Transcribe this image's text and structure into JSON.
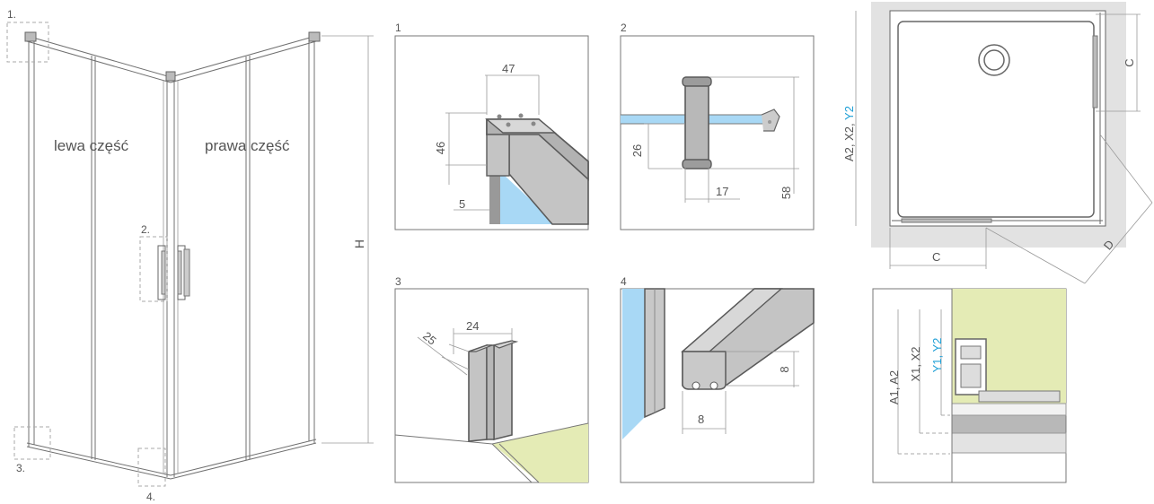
{
  "enclosure": {
    "left_part": "lewa część",
    "right_part": "prawa część",
    "height": "H",
    "callouts": [
      "1.",
      "2.",
      "3.",
      "4."
    ]
  },
  "details": [
    {
      "number": "1",
      "dims": [
        "47",
        "46",
        "5"
      ]
    },
    {
      "number": "2",
      "dims": [
        "26",
        "17",
        "58"
      ]
    },
    {
      "number": "3",
      "dims": [
        "25",
        "24"
      ]
    },
    {
      "number": "4",
      "dims": [
        "8",
        "8"
      ]
    }
  ],
  "plan_view": {
    "height_label_black": "A2, X2,",
    "height_label_blue": "Y2",
    "dims": [
      "C",
      "C",
      "D"
    ]
  },
  "section_view": {
    "labels_black": [
      "A1, A2",
      "X1, X2"
    ],
    "label_blue": "Y1, Y2"
  },
  "colors": {
    "accent_blue": "#1e9fd6",
    "glass": "#a8d8f5",
    "floor": "#e4ebb5",
    "profile": "#c4c4c4"
  }
}
